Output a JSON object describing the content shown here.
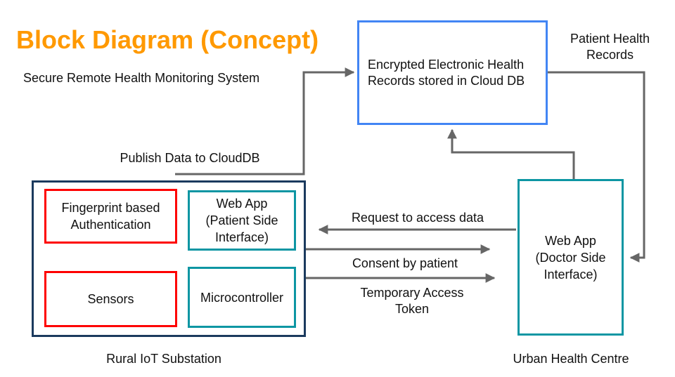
{
  "title": "Block Diagram (Concept)",
  "subtitle": "Secure Remote Health Monitoring System",
  "colors": {
    "orange": "#ff9900",
    "blue": "#4285f4",
    "navy": "#1b3a5e",
    "red": "#fe0000",
    "teal": "#0d96a3",
    "gray": "#666666",
    "text": "#111111"
  },
  "cloud_db": {
    "label": "Encrypted Electronic Health\nRecords stored in Cloud DB"
  },
  "labels": {
    "publish_data": "Publish Data to CloudDB",
    "patient_health_records": "Patient Health\nRecords",
    "request_access": "Request to access data",
    "consent": "Consent by patient",
    "temporary_token": "Temporary Access\nToken"
  },
  "rural_substation": {
    "label": "Rural IoT Substation",
    "blocks": [
      {
        "id": "fingerprint-auth",
        "label": "Fingerprint based\nAuthentication"
      },
      {
        "id": "webapp-patient",
        "label": "Web App\n(Patient Side\nInterface)"
      },
      {
        "id": "sensors",
        "label": "Sensors"
      },
      {
        "id": "microcontroller",
        "label": "Microcontroller"
      }
    ]
  },
  "urban_health_centre": {
    "label": "Urban Health Centre",
    "block": "Web App\n(Doctor Side\nInterface)"
  }
}
